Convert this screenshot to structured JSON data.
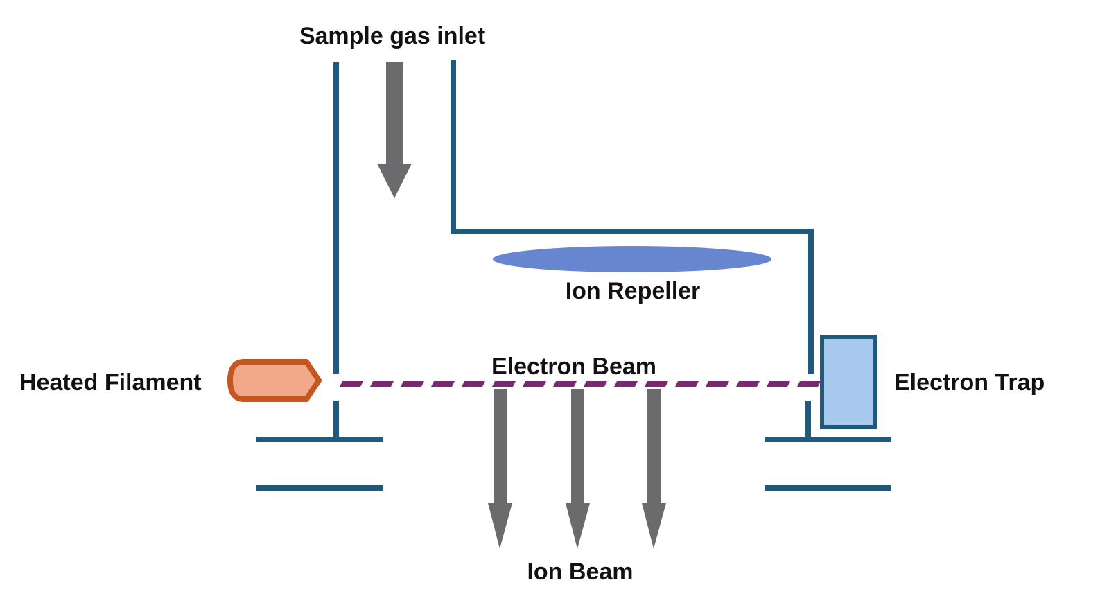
{
  "labels": {
    "sample_gas_inlet": "Sample gas inlet",
    "ion_repeller": "Ion Repeller",
    "electron_beam": "Electron Beam",
    "heated_filament": "Heated Filament",
    "electron_trap": "Electron Trap",
    "ion_beam": "Ion Beam"
  },
  "colors": {
    "chamber_wall": "#1f5a7e",
    "arrow": "#6b6b6e",
    "ion_repeller": "#6886cf",
    "filament_fill": "#f1a98a",
    "filament_stroke": "#c4561f",
    "electron_beam": "#7a2870",
    "electron_trap_fill": "#a8c9ee",
    "electron_trap_stroke": "#1f5a7e"
  }
}
